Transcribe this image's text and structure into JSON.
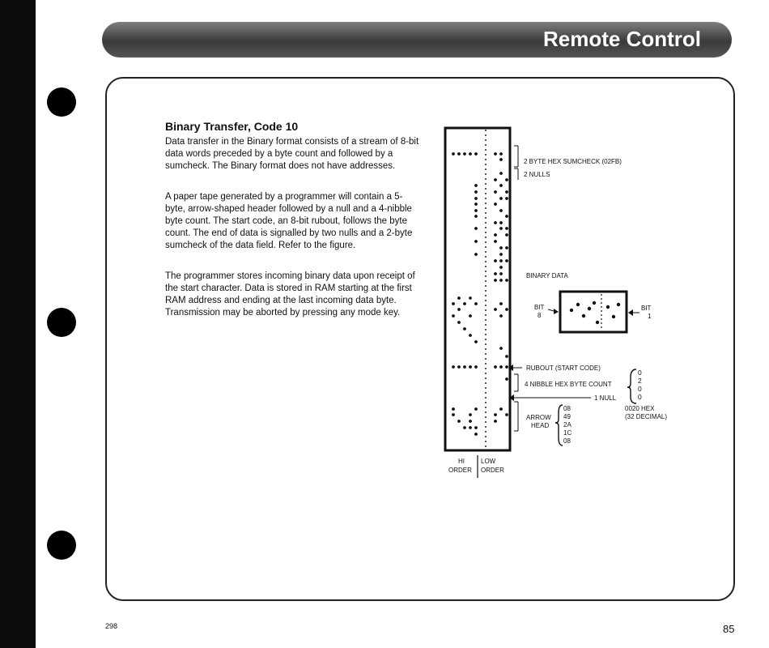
{
  "header": {
    "title": "Remote Control"
  },
  "section": {
    "title": "Binary Transfer, Code 10"
  },
  "paragraphs": [
    "Data transfer in the Binary format consists of a stream of 8-bit data words preceded by a byte count and followed by a sumcheck. The Binary format does not have addresses.",
    "A paper tape generated by a programmer will contain a 5-byte, arrow-shaped header followed by a null and a 4-nibble byte count. The start code, an 8-bit rubout, follows the byte count. The end of data is signalled by two nulls and a 2-byte sumcheck of the data field. Refer to the figure.",
    "The programmer stores incoming binary data upon receipt of the start character. Data is stored in RAM starting at the first RAM address and ending at the last incoming data byte. Transmission may be aborted by pressing any mode key."
  ],
  "figure": {
    "labels": {
      "sumcheck": "2 BYTE HEX SUMCHECK (02FB)",
      "nulls": "2 NULLS",
      "binary_data": "BINARY DATA",
      "bit8_a": "BIT",
      "bit8_b": "8",
      "bit1_a": "BIT",
      "bit1_b": "1",
      "rubout": "RUBOUT (START CODE)",
      "byte_count": "4 NIBBLE HEX BYTE COUNT",
      "null": "1 NULL",
      "arrow_a": "ARROW",
      "arrow_b": "HEAD",
      "hi_a": "HI",
      "hi_b": "ORDER",
      "low_a": "LOW",
      "low_b": "ORDER"
    },
    "byte_count_digits": [
      "0",
      "2",
      "0",
      "0"
    ],
    "hex_value": "0020 HEX",
    "decimal_value": "(32 DECIMAL)",
    "arrow_codes": [
      "08",
      "49",
      "2A",
      "1C",
      "08"
    ]
  },
  "footer": {
    "left_page": "298",
    "right_page": "85"
  }
}
